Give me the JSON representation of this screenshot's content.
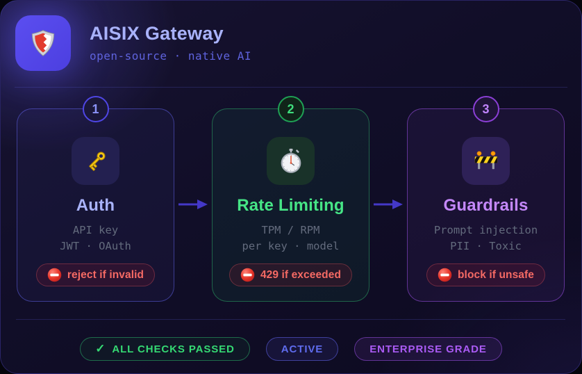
{
  "app": {
    "title": "AISIX Gateway",
    "subtitle": "open-source · native AI",
    "logo_icon": "shield-icon"
  },
  "palette": {
    "background": "#110e28",
    "indigo_accent": "#8b93f8",
    "green_accent": "#3fdd7d",
    "purple_accent": "#c084fc",
    "danger_text": "#f56a64",
    "arrow": "#4438c8"
  },
  "pipeline": {
    "steps": [
      {
        "number": "1",
        "icon": "key-icon",
        "title": "Auth",
        "detail_line1": "API key",
        "detail_line2": "JWT · OAuth",
        "action_icon": "no-entry-icon",
        "action_label": "reject if invalid",
        "theme": "indigo"
      },
      {
        "number": "2",
        "icon": "stopwatch-icon",
        "title": "Rate Limiting",
        "detail_line1": "TPM / RPM",
        "detail_line2": "per key · model",
        "action_icon": "no-entry-icon",
        "action_label": "429 if exceeded",
        "theme": "green"
      },
      {
        "number": "3",
        "icon": "barrier-icon",
        "title": "Guardrails",
        "detail_line1": "Prompt injection",
        "detail_line2": "PII · Toxic",
        "action_icon": "no-entry-icon",
        "action_label": "block if unsafe",
        "theme": "purple"
      }
    ]
  },
  "footer": {
    "badges": [
      {
        "prefix": "✓",
        "label": "ALL CHECKS PASSED",
        "color": "#35d973"
      },
      {
        "prefix": "",
        "label": "ACTIVE",
        "color": "#5f6cee"
      },
      {
        "prefix": "",
        "label": "ENTERPRISE GRADE",
        "color": "#ab5bf5"
      }
    ]
  }
}
